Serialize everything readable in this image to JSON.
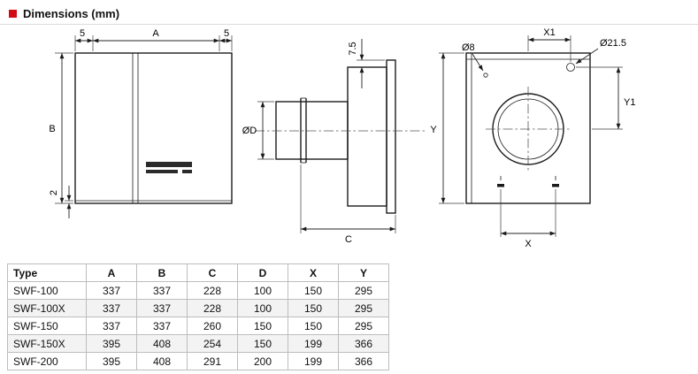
{
  "header": {
    "title": "Dimensions (mm)"
  },
  "colors": {
    "accent_red": "#d20a11"
  },
  "diagram": {
    "front_view": {
      "dim_a": "A",
      "dim_b": "B",
      "dim_5_left": "5",
      "dim_5_right": "5",
      "dim_2": "2"
    },
    "side_view": {
      "dim_d": "ØD",
      "dim_75": "7.5",
      "dim_c": "C"
    },
    "rear_view": {
      "dim_x1": "X1",
      "dim_hole_small": "Ø8",
      "dim_hole_large": "Ø21.5",
      "dim_y1": "Y1",
      "dim_y": "Y",
      "dim_x": "X"
    }
  },
  "table": {
    "columns": [
      "Type",
      "A",
      "B",
      "C",
      "D",
      "X",
      "Y"
    ],
    "rows": [
      [
        "SWF-100",
        "337",
        "337",
        "228",
        "100",
        "150",
        "295"
      ],
      [
        "SWF-100X",
        "337",
        "337",
        "228",
        "100",
        "150",
        "295"
      ],
      [
        "SWF-150",
        "337",
        "337",
        "260",
        "150",
        "150",
        "295"
      ],
      [
        "SWF-150X",
        "395",
        "408",
        "254",
        "150",
        "199",
        "366"
      ],
      [
        "SWF-200",
        "395",
        "408",
        "291",
        "200",
        "199",
        "366"
      ]
    ]
  }
}
